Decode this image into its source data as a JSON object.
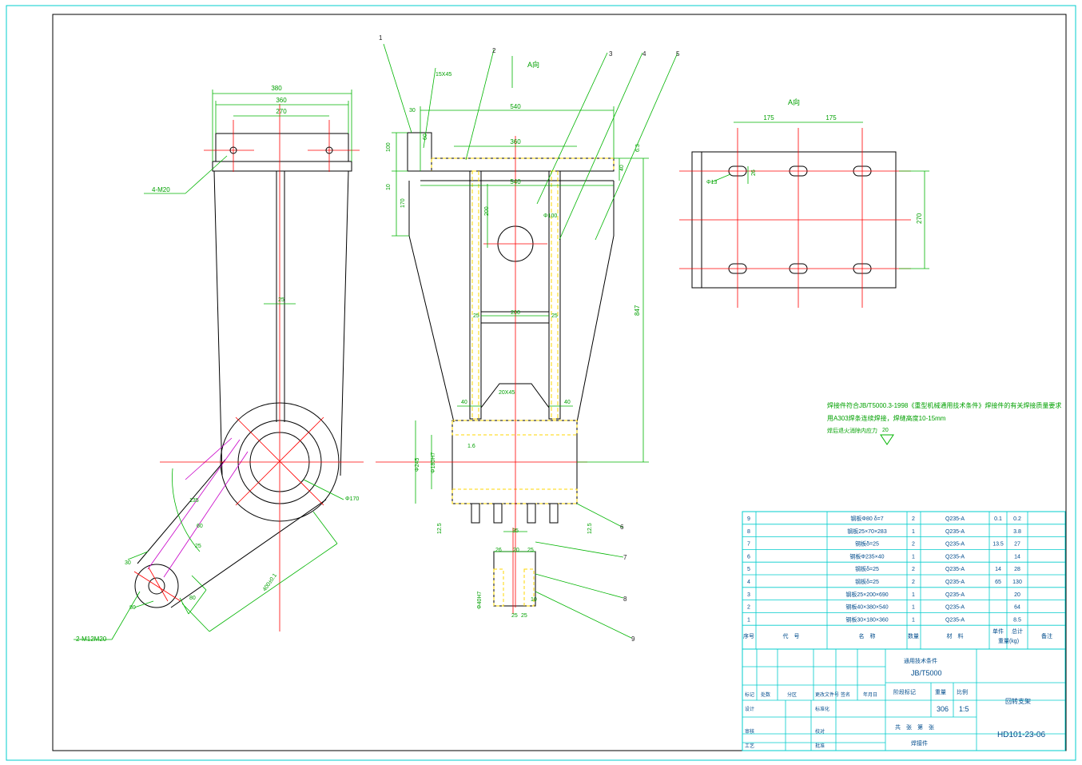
{
  "colors": {
    "outline": "#000000",
    "center": "#ff0000",
    "dimension": "#00b400",
    "weld": "#ffd700",
    "hidden": "#c800c8",
    "frame_outer": "#00cccc",
    "table_grid": "#00cccc",
    "table_text": "#004c8c"
  },
  "left_view": {
    "dim_overall": "380",
    "dim_inner": "360",
    "dim_holes": "270",
    "dim_web": "25",
    "dim_angle": "135",
    "dim_hole_dia": "Φ170",
    "dim_arm_len": "400±0.1",
    "dim_arm_w1": "80",
    "dim_arm_w2": "80",
    "dim_arm_w3": "30",
    "dim_arm_w4": "25",
    "dim_arm_w5": "60",
    "callout_top_holes": "4-M20",
    "callout_bottom_holes": "2-M12M20"
  },
  "middle_view": {
    "view_arrow": "A向",
    "chamfer_top": "15X45",
    "dim_top_length": "540",
    "dim_inner_top": "360",
    "dim_inner_lower": "540",
    "dim_left_30": "30",
    "dim_100": "100",
    "dim_60": "60",
    "dim_10": "10",
    "dim_170": "170",
    "dim_40_right": "40",
    "dim_6_3": "6.3",
    "dim_200": "200",
    "dim_hole": "Φ100",
    "dim_25a": "25",
    "dim_200b": "200",
    "dim_25b": "25",
    "dim_847": "847",
    "chamfer_mid": "20X45",
    "dim_40_left": "40",
    "dim_40_right2": "40",
    "dim_bore_outer": "Φ245",
    "dim_bore_inner": "Φ180H7",
    "dim_1_6": "1.6",
    "dim_12_5_left": "12.5",
    "dim_12_5_right": "12.5",
    "dim_35": "35",
    "dim_26": "26",
    "dim_20": "20",
    "dim_25c": "25",
    "dim_bore_small": "Φ40H7",
    "dim_25d": "25",
    "dim_25e": "25",
    "dim_10b": "10",
    "leaders": [
      "1",
      "2",
      "3",
      "4",
      "5",
      "6",
      "7",
      "8",
      "9"
    ]
  },
  "right_view": {
    "view_label": "A向",
    "dim_175a": "175",
    "dim_175b": "175",
    "dim_slot": "Φ13",
    "dim_slot_len": "26",
    "dim_270": "270"
  },
  "notes": {
    "line1": "焊接件符合JB/T5000.3-1998《重型机械通用技术条件》焊接件的有关焊接质量要求",
    "line2": "用A303焊条连续焊接，焊缝高度10-15mm",
    "line3": "焊后退火消除内应力",
    "weld_value": "20"
  },
  "parts_table": {
    "rows": [
      {
        "no": "9",
        "name": "钢板Φ80 δ=7",
        "qty": "2",
        "mat": "Q235-A",
        "w1": "0.1",
        "w2": "0.2"
      },
      {
        "no": "8",
        "name": "钢板25×70×283",
        "qty": "1",
        "mat": "Q235-A",
        "w1": "",
        "w2": "3.8"
      },
      {
        "no": "7",
        "name": "钢板δ=25",
        "qty": "2",
        "mat": "Q235-A",
        "w1": "13.5",
        "w2": "27"
      },
      {
        "no": "6",
        "name": "钢板Φ235×40",
        "qty": "1",
        "mat": "Q235-A",
        "w1": "",
        "w2": "14"
      },
      {
        "no": "5",
        "name": "钢板δ=25",
        "qty": "2",
        "mat": "Q235-A",
        "w1": "14",
        "w2": "28"
      },
      {
        "no": "4",
        "name": "钢板δ=25",
        "qty": "2",
        "mat": "Q235-A",
        "w1": "65",
        "w2": "130"
      },
      {
        "no": "3",
        "name": "钢板25×200×690",
        "qty": "1",
        "mat": "Q235-A",
        "w1": "",
        "w2": "20"
      },
      {
        "no": "2",
        "name": "钢板40×380×540",
        "qty": "1",
        "mat": "Q235-A",
        "w1": "",
        "w2": "64"
      },
      {
        "no": "1",
        "name": "钢板30×180×360",
        "qty": "1",
        "mat": "Q235-A",
        "w1": "",
        "w2": "8.5"
      }
    ],
    "header": {
      "no": "序号",
      "code": "代　号",
      "name": "名　称",
      "qty": "数量",
      "mat": "材　料",
      "unit_w": "单件",
      "total_w": "总计",
      "weight": "重量(kg)",
      "remark": "备注"
    }
  },
  "title_block": {
    "std_label": "通用技术条件",
    "std_code": "JB/T5000",
    "stage_label": "阶段标记",
    "weight_label": "重量",
    "scale_label": "比例",
    "weight_value": "306",
    "scale_value": "1:5",
    "drawing_title": "回转支架",
    "sheet": "共　张　第　张",
    "part_type": "焊接件",
    "drawing_no": "HD101-23-06",
    "row_labels": [
      "标记",
      "处数",
      "分区",
      "更改文件号",
      "签名",
      "年月日"
    ],
    "designer": "设计",
    "standardize": "标准化",
    "checker": "审核",
    "craft": "工艺",
    "approve": "批准",
    "verify": "校对"
  }
}
